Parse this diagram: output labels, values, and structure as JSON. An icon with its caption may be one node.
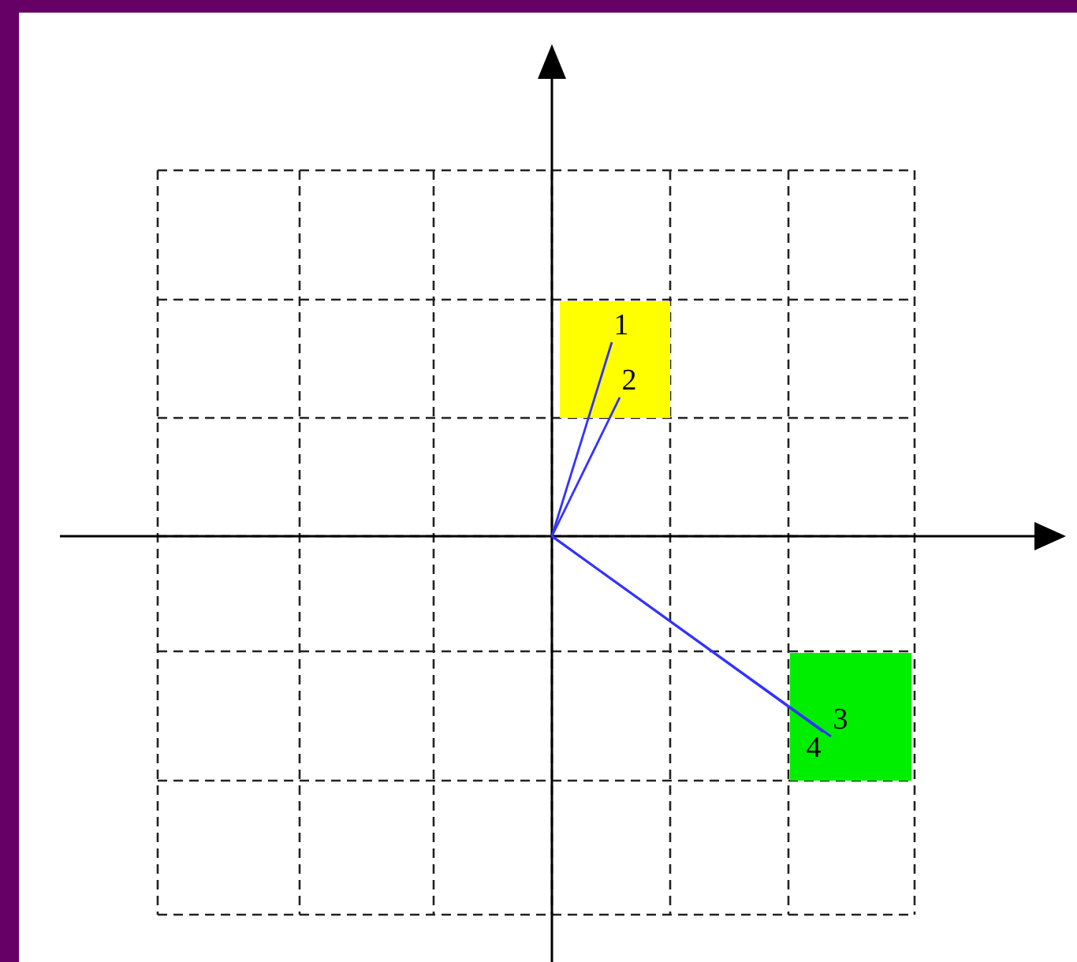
{
  "diagram": {
    "nodes": [
      {
        "text": [],
        "shape": "box"
      },
      {
        "text": [
          "1"
        ],
        "in": 0
      },
      {
        "text": [
          "2"
        ],
        "in": 0
      },
      {
        "text": [],
        "shape": "box"
      },
      {
        "text": [
          "3"
        ],
        "in": 3
      },
      {
        "text": [
          "4"
        ],
        "in": 3
      }
    ],
    "edges": [
      {
        "from": null,
        "to": 1,
        "arrow": "none"
      },
      {
        "from": null,
        "to": 2,
        "arrow": "none"
      },
      {
        "from": null,
        "to": 4,
        "arrow": "none"
      },
      {
        "from": null,
        "to": 5,
        "arrow": "none"
      }
    ]
  }
}
